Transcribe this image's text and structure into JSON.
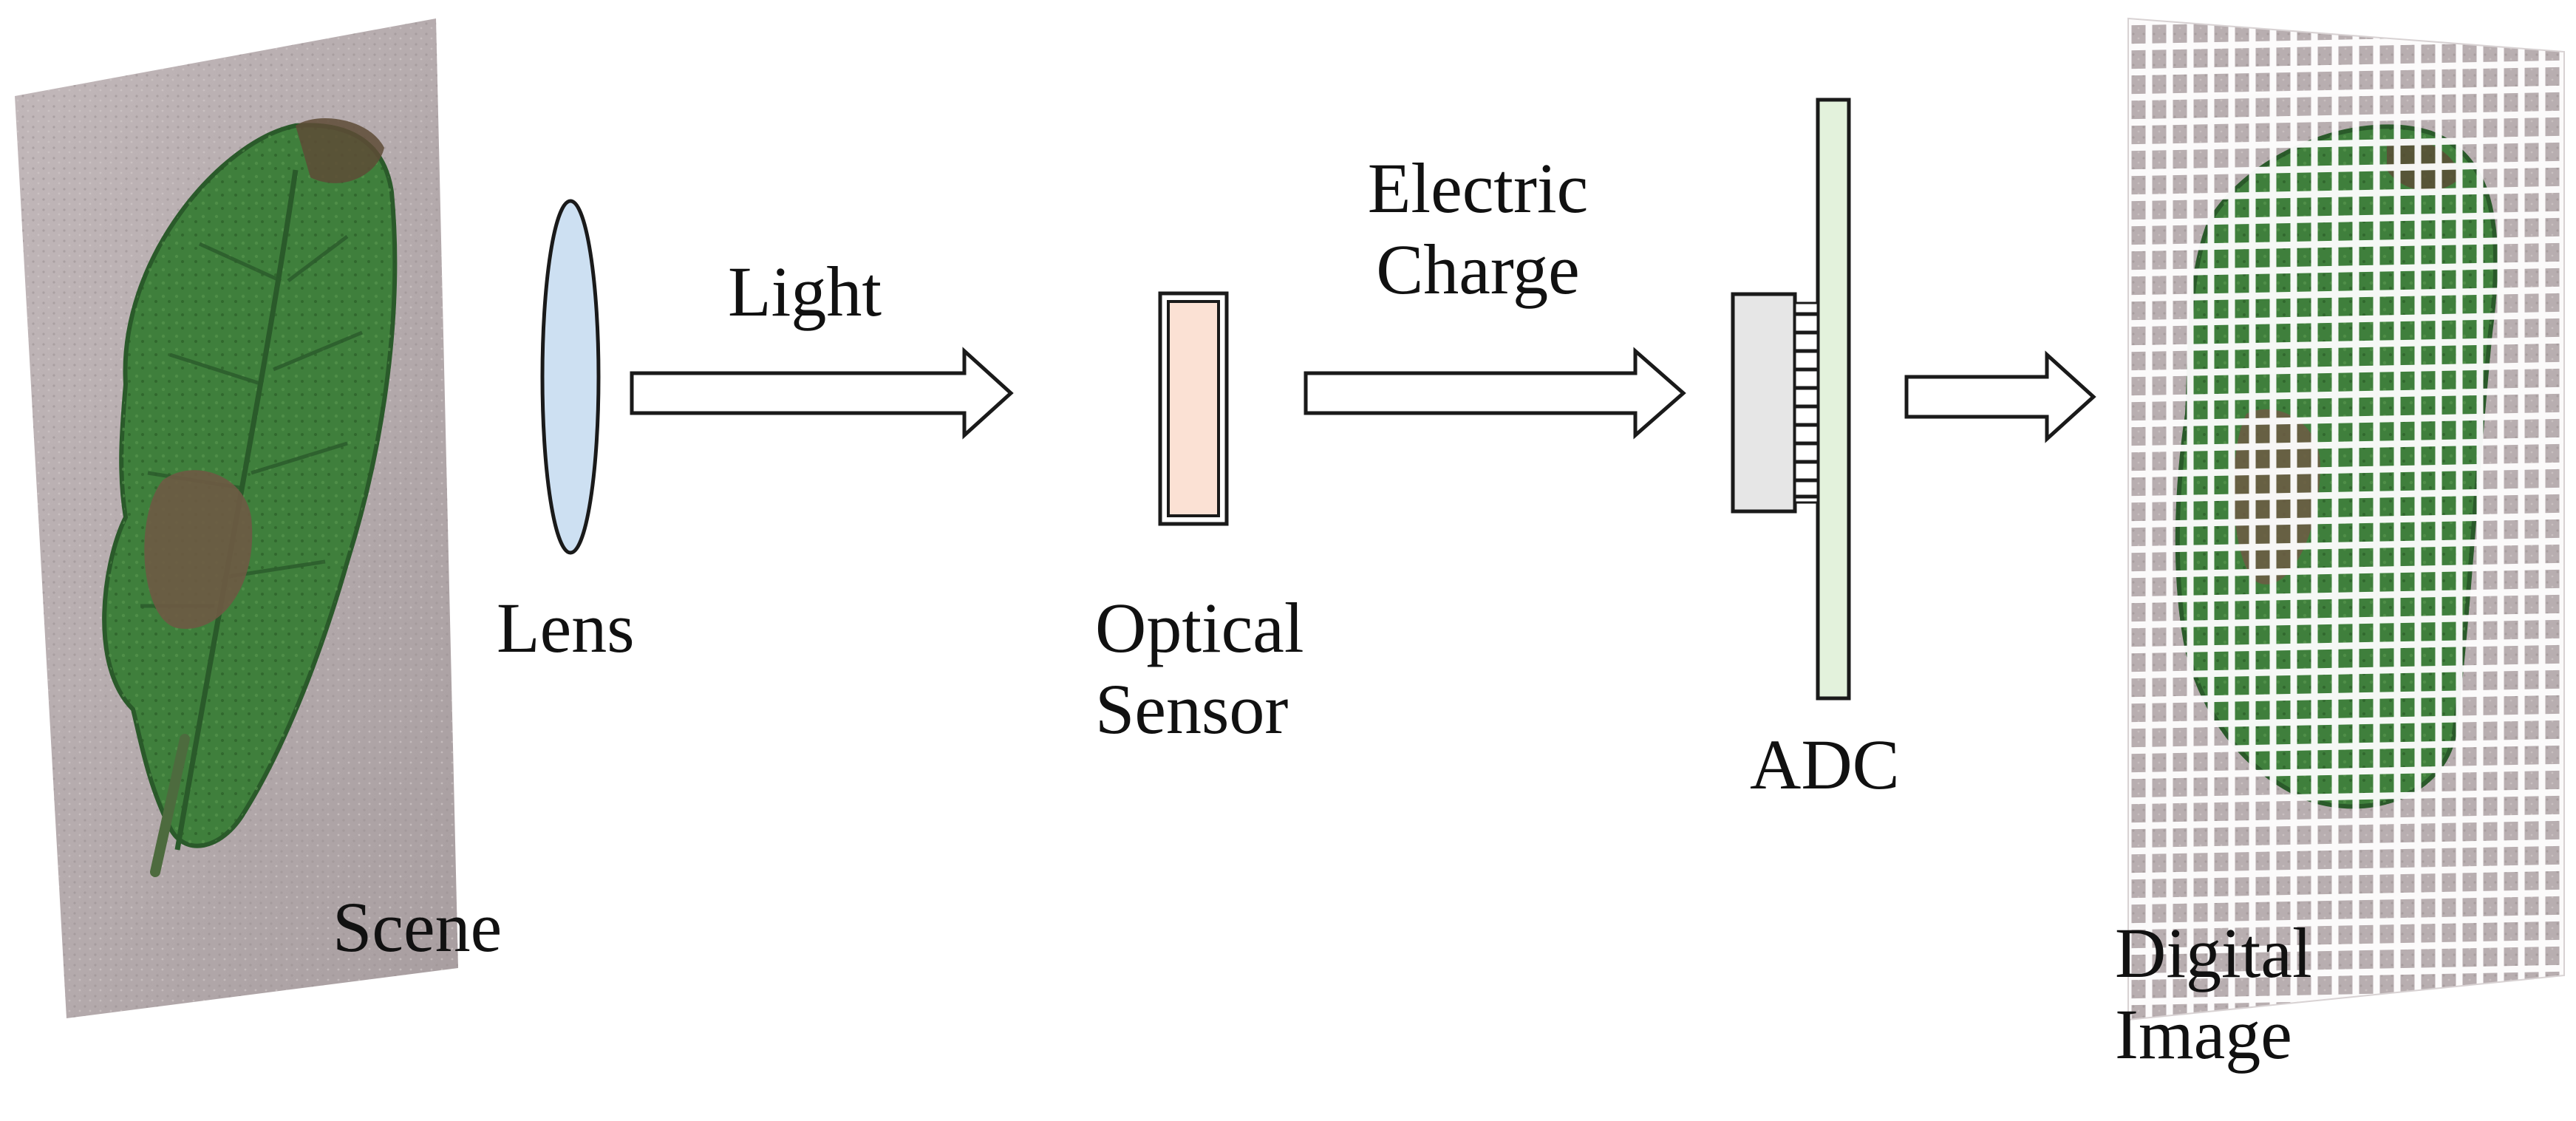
{
  "labels": {
    "scene": "Scene",
    "lens": "Lens",
    "light": "Light",
    "optical_sensor": "Optical\nSensor",
    "electric_charge": "Electric\nCharge",
    "adc": "ADC",
    "digital_image": "Digital\nImage"
  },
  "colors": {
    "scene_background": "#b8aeb0",
    "leaf_green": "#3f7f3c",
    "leaf_dark": "#2a5a2a",
    "leaf_disease": "#6e5a44",
    "lens_fill": "#cde0f2",
    "sensor_fill": "#fbe1d4",
    "adc_chip_fill": "#e6e6e6",
    "adc_board_fill": "#e3f2dc",
    "grid_line": "#ffffff",
    "arrow_fill": "#ffffff",
    "stroke": "#1a1a1a"
  }
}
